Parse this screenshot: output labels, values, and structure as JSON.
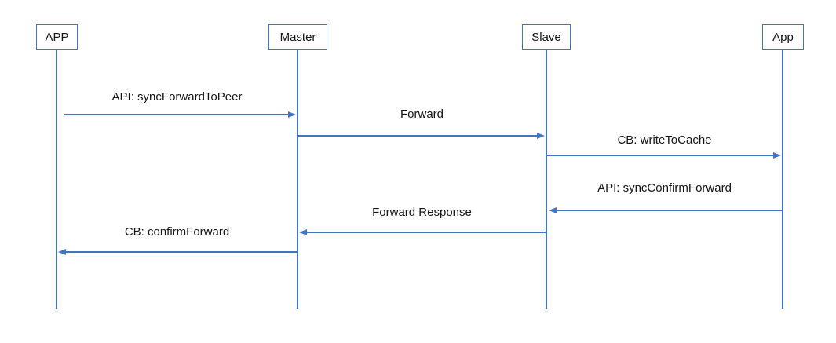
{
  "diagram": {
    "type": "sequence-diagram",
    "background_color": "#ffffff",
    "line_color": "#4472C4",
    "text_color": "#141414"
  },
  "actors": [
    {
      "label": "APP"
    },
    {
      "label": "Master"
    },
    {
      "label": "Slave"
    },
    {
      "label": "App"
    }
  ],
  "messages": [
    {
      "label": "API: syncForwardToPeer",
      "from": "APP",
      "to": "Master",
      "direction": "right"
    },
    {
      "label": "Forward",
      "from": "Master",
      "to": "Slave",
      "direction": "right"
    },
    {
      "label": "CB: writeToCache",
      "from": "Slave",
      "to": "App",
      "direction": "right"
    },
    {
      "label": "API: syncConfirmForward",
      "from": "App",
      "to": "Slave",
      "direction": "left"
    },
    {
      "label": "Forward Response",
      "from": "Slave",
      "to": "Master",
      "direction": "left"
    },
    {
      "label": "CB: confirmForward",
      "from": "Master",
      "to": "APP",
      "direction": "left"
    }
  ]
}
